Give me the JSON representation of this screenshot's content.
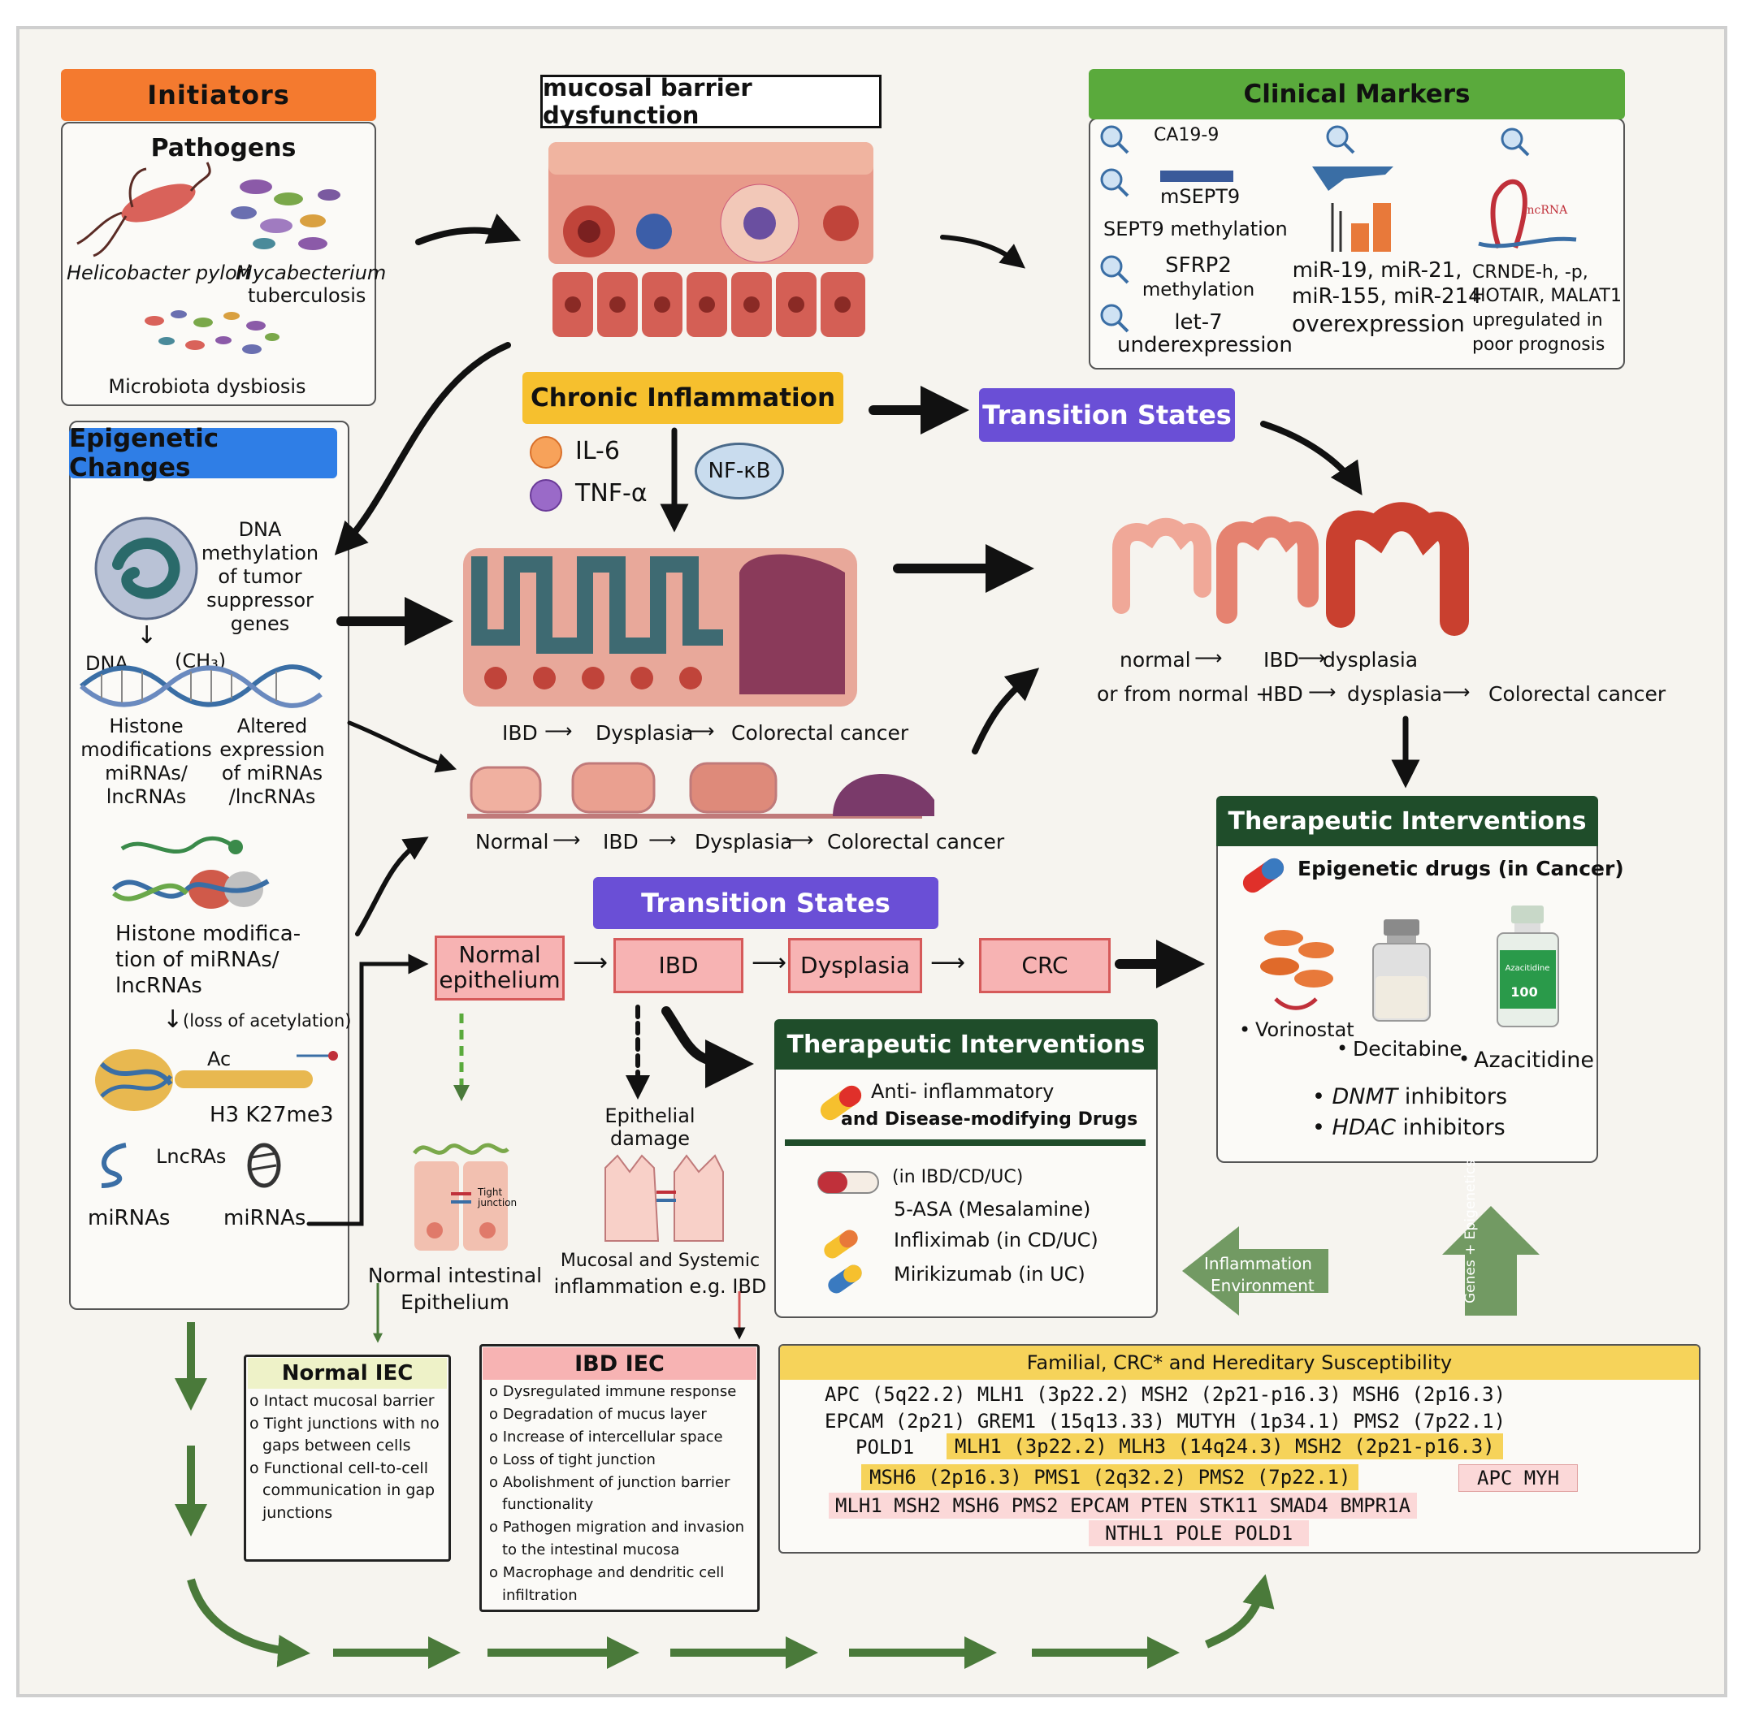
{
  "initiators": {
    "title": "Initiators",
    "pathogens_title": "Pathogens",
    "h_pylori": "Helicobacter pylori",
    "mycobacterium": "Mycabecterium",
    "tuberculosis": "tuberculosis",
    "dysbiosis": "Microbiota dysbiosis"
  },
  "barrier": {
    "title": "mucosal barrier dysfunction"
  },
  "markers": {
    "title": "Clinical Markers",
    "ca": "CA19-9",
    "msept9": "mSEPT9",
    "sept9": "SEPT9 methylation",
    "sfrp2": "SFRP2",
    "sfrp2_b": "methylation",
    "let7": "let-7",
    "let7_b": "underexpression",
    "mir_a": "miR-19, miR-21,",
    "mir_b": "miR-155, miR-214",
    "mir_c": "overexpression",
    "lnc_a": "CRNDE-h, -p,",
    "lnc_b": "HOTAIR, MALAT1",
    "lnc_c": "upregulated in",
    "lnc_d": "poor prognosis",
    "lncrna_label": "lncRNA"
  },
  "inflammation": {
    "title": "Chronic Inflammation",
    "il6": "IL-6",
    "tnf": "TNF-α",
    "nfkb": "NF-κB"
  },
  "transition_top": {
    "title": "Transition States",
    "seq1": [
      "normal",
      "IBD",
      "dysplasia"
    ],
    "seq2": [
      "or from normal +",
      "IBD",
      "dysplasia",
      "Colorectal cancer"
    ]
  },
  "epigenetic": {
    "title": "Epigenetic Changes",
    "dna_meth_1": "DNA",
    "dna_meth_2": "methylation",
    "dna_meth_3": "of tumor",
    "dna_meth_4": "suppressor",
    "dna_meth_5": "genes",
    "dna": "DNA",
    "ch3": "(CH₃)",
    "hist_1": "Histone",
    "hist_2": "modifications",
    "hist_3": "miRNAs/",
    "hist_4": "lncRNAs",
    "alt_1": "Altered",
    "alt_2": "expression",
    "alt_3": "of miRNAs",
    "alt_4": "/lncRNAs",
    "hm_1": "Histone modifica-",
    "hm_2": "tion of miRNAs/",
    "hm_3": "lncRNAs",
    "loss": "(loss of acetylation)",
    "ac": "Ac",
    "h3": "H3 K27me3",
    "lncras": "LncRAs",
    "mirnas1": "miRNAs",
    "mirnas2": "miRNAs"
  },
  "mid_seq": {
    "a": "IBD",
    "b": "Dysplasia",
    "c": "Colorectal cancer"
  },
  "bottom_seq": {
    "a": "Normal",
    "b": "IBD",
    "c": "Dysplasia",
    "d": "Colorectal cancer"
  },
  "transition_mid": {
    "title": "Transition States"
  },
  "flow": {
    "normal": "Normal epithelium",
    "ibd": "IBD",
    "dysplasia": "Dysplasia",
    "crc": "CRC"
  },
  "ther_right": {
    "title": "Therapeutic Interventions",
    "epi_drugs": "Epigenetic drugs (in Cancer)",
    "vorinostat": "Vorinostat",
    "decitabine": "Decitabine",
    "azacitidine": "Azacitidine",
    "dnmt": "DNMT",
    "dnmt_rest": " inhibitors",
    "hdac": "HDAC",
    "hdac_rest": " inhibitors",
    "vial_label": "Azacitidine",
    "vial_dose": "100"
  },
  "ther_mid": {
    "title": "Therapeutic Interventions",
    "anti_1": "Anti- inflammatory",
    "anti_2": "and Disease-modifying Drugs",
    "ibd": "(in IBD/CD/UC)",
    "asa": "5-ASA (Mesalamine)",
    "inflix": "Infliximab  (in CD/UC)",
    "miri": "Mirikizumab  (in UC)"
  },
  "epithelium": {
    "tight": "Tight junction",
    "normal_1": "Normal intestinal",
    "normal_2": "Epithelium",
    "damage_1": "Epithelial",
    "damage_2": "damage",
    "mucosal_1": "Mucosal and Systemic",
    "mucosal_2": "inflammation e.g. IBD"
  },
  "arrows": {
    "inflam_1": "Inflammation",
    "inflam_2": "Environment",
    "genes": "Genes + Epigenetics"
  },
  "normal_iec": {
    "title": "Normal IEC",
    "items": [
      "Intact mucosal barrier",
      "Tight junctions with no gaps between cells",
      "Functional cell-to-cell communication in gap junctions"
    ]
  },
  "ibd_iec": {
    "title": "IBD IEC",
    "items": [
      "Dysregulated immune response",
      "Degradation of mucus layer",
      "Increase of intercellular space",
      "Loss of tight junction",
      "Abolishment of junction barrier functionality",
      "Pathogen migration and invasion to the intestinal mucosa",
      "Macrophage and dendritic cell infiltration"
    ]
  },
  "familial": {
    "title": "Familial, CRC* and Hereditary Susceptibility",
    "r1": "APC (5q22.2)   MLH1 (3p22.2)  MSH2 (2p21-p16.3)   MSH6 (2p16.3)",
    "r2": "EPCAM (2p21)   GREM1 (15q13.33)   MUTYH (1p34.1)   PMS2 (7p22.1)",
    "r3a": "POLD1",
    "r3b": "MLH1 (3p22.2)  MLH3 (14q24.3)  MSH2 (2p21-p16.3)",
    "r4a": "MSH6 (2p16.3)  PMS1 (2q32.2)  PMS2 (7p22.1)",
    "r4b": "APC  MYH",
    "r5": "MLH1  MSH2  MSH6  PMS2  EPCAM  PTEN  STK11  SMAD4  BMPR1A",
    "r6": "NTHL1   POLE   POLD1"
  },
  "colors": {
    "orange": "#f47a2f",
    "green": "#5aaa3c",
    "yellow": "#f6c02e",
    "purple": "#6a4fd6",
    "blue": "#2f7ee6",
    "darkgreen": "#1f4d2a",
    "pink": "#f7b3b3"
  }
}
